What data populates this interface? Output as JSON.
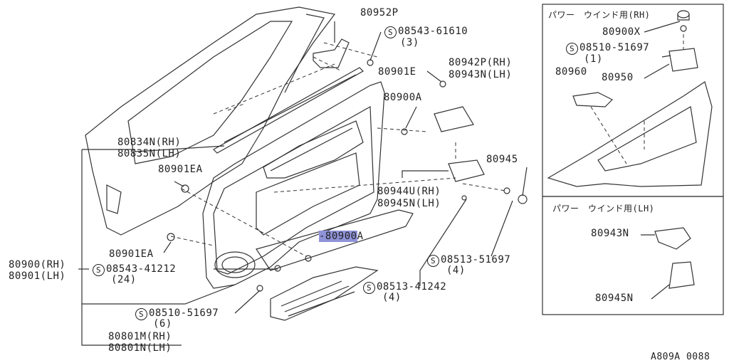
{
  "diagram": {
    "code": "A809A 0088",
    "sym": "S",
    "parts": {
      "p80952P": "80952P",
      "p61610_num": "08543-61610",
      "p61610_qty": "(3)",
      "p80901E": "80901E",
      "p80942P": "80942P(RH)",
      "p80943N_rh": "80943N(LH)",
      "p80900A_top": "80900A",
      "p80834N": "80834N(RH)",
      "p80835N": "80835N(LH)",
      "p80901EA_top": "80901EA",
      "p80945": "80945",
      "p80944U": "80944U(RH)",
      "p80945N_rh": "80945N(LH)",
      "p80900A_hl": "-80900",
      "p80900A_hl_suffix": "A",
      "p80901EA_bot": "80901EA",
      "p80900RH": "80900(RH)",
      "p80901LH": "80901(LH)",
      "p41212_num": "08543-41212",
      "p41212_qty": "(24)",
      "p51697a_num": "08513-51697",
      "p51697a_qty": "(4)",
      "p41242_num": "08513-41242",
      "p41242_qty": "(4)",
      "p51697b_num": "08510-51697",
      "p51697b_qty": "(6)",
      "p80801M": "80801M(RH)",
      "p80801N": "80801N(LH)"
    },
    "inset_rh": {
      "title": "パワー　ウインド用(RH)",
      "p80900X": "80900X",
      "p51697_num": "08510-51697",
      "p51697_qty": "(1)",
      "p80950": "80950",
      "p80960": "80960"
    },
    "inset_lh": {
      "title": "パワー　ウインド用(LH)",
      "p80943N": "80943N",
      "p80945N": "80945N"
    }
  }
}
